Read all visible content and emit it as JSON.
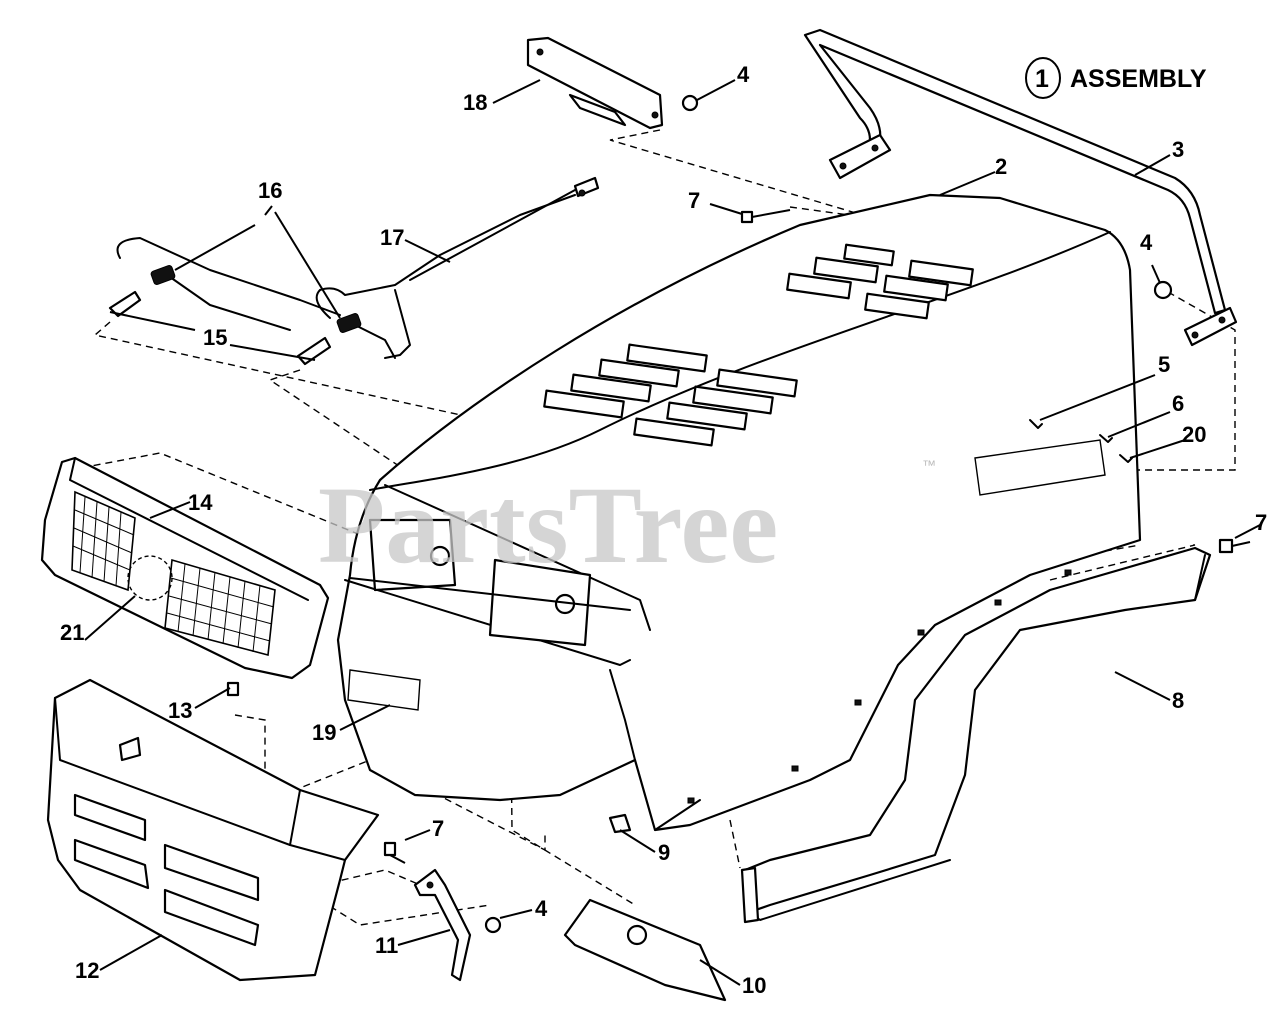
{
  "assembly": {
    "number": "1",
    "label": "ASSEMBLY"
  },
  "watermark": {
    "text": "PartsTree",
    "trademark": "™"
  },
  "callouts": {
    "c1": "18",
    "c2": "4",
    "c3": "3",
    "c4": "2",
    "c5": "7",
    "c6": "16",
    "c7": "17",
    "c8": "15",
    "c9": "4",
    "c10": "5",
    "c11": "6",
    "c12": "20",
    "c13": "14",
    "c14": "7",
    "c15": "21",
    "c16": "8",
    "c17": "13",
    "c18": "19",
    "c19": "7",
    "c20": "9",
    "c21": "4",
    "c22": "11",
    "c23": "12",
    "c24": "10"
  },
  "colors": {
    "line": "#000000",
    "background": "#ffffff",
    "watermark": "#c8c8c8"
  }
}
